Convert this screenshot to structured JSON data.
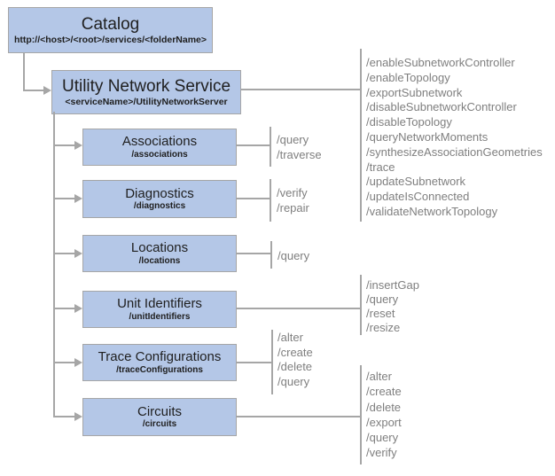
{
  "nodes": {
    "catalog": {
      "title": "Catalog",
      "path": "http://<host>/<root>/services/<folderName>"
    },
    "service": {
      "title": "Utility Network Service",
      "path": "<serviceName>/UtilityNetworkServer",
      "operations": [
        "/enableSubnetworkController",
        "/enableTopology",
        "/exportSubnetwork",
        "/disableSubnetworkController",
        "/disableTopology",
        "/queryNetworkMoments",
        "/synthesizeAssociationGeometries",
        "/trace",
        "/updateSubnetwork",
        "/updateIsConnected",
        "/validateNetworkTopology"
      ]
    },
    "associations": {
      "title": "Associations",
      "path": "/associations",
      "operations": [
        "/query",
        "/traverse"
      ]
    },
    "diagnostics": {
      "title": "Diagnostics",
      "path": "/diagnostics",
      "operations": [
        "/verify",
        "/repair"
      ]
    },
    "locations": {
      "title": "Locations",
      "path": "/locations",
      "operations": [
        "/query"
      ]
    },
    "unit_identifiers": {
      "title": "Unit Identifiers",
      "path": "/unitIdentifiers",
      "operations": [
        "/insertGap",
        "/query",
        "/reset",
        "/resize"
      ]
    },
    "trace_configurations": {
      "title": "Trace Configurations",
      "path": "/traceConfigurations",
      "operations": [
        "/alter",
        "/create",
        "/delete",
        "/query"
      ]
    },
    "circuits": {
      "title": "Circuits",
      "path": "/circuits",
      "operations": [
        "/alter",
        "/create",
        "/delete",
        "/export",
        "/query",
        "/verify"
      ]
    }
  },
  "colors": {
    "node_fill": "#b4c7e7",
    "node_border": "#a6a6a6",
    "connector": "#a6a6a6",
    "operation_text": "#7f7f7f",
    "title_text": "#1f1f1f",
    "background": "#ffffff"
  }
}
